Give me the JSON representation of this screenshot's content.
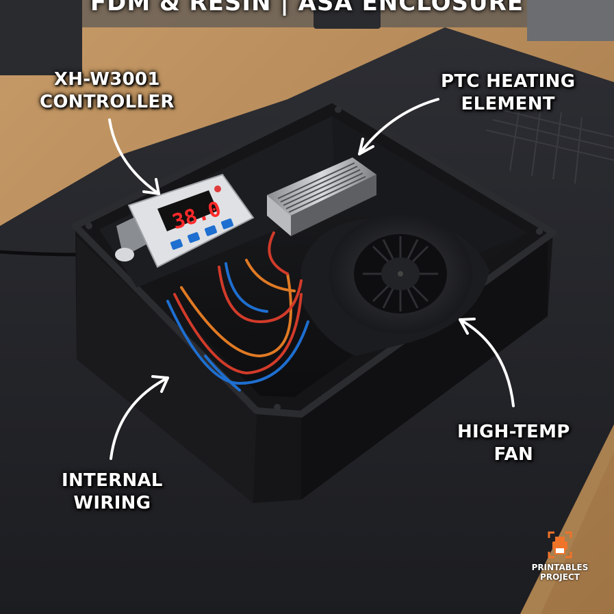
{
  "title": "FDM & RESIN | ASA ENCLOSURE",
  "callouts": {
    "controller": [
      "XH-W3001",
      "CONTROLLER"
    ],
    "ptc": [
      "PTC HEATING",
      "ELEMENT"
    ],
    "wiring": [
      "INTERNAL",
      "WIRING"
    ],
    "fan": [
      "HIGH-TEMP",
      "FAN"
    ]
  },
  "controller_display": "38.0",
  "controller_brand": "XH-W3001",
  "watermark": [
    "PRINTABLES",
    "PROJECT"
  ],
  "colors": {
    "desk_wood": "#b48a5a",
    "mat": "#24252a",
    "enclosure": "#141416",
    "display_red": "#ff2a2a",
    "button_blue": "#1e6fd0",
    "watermark_orange": "#f0732a"
  },
  "icons": [
    "printer-icon",
    "arrow-icon"
  ]
}
